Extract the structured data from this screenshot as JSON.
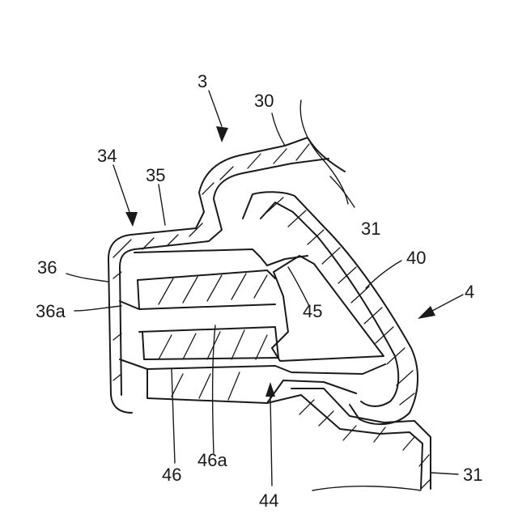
{
  "labels": {
    "l3": "3",
    "l30": "30",
    "l34": "34",
    "l35": "35",
    "l36": "36",
    "l36a": "36a",
    "l31_top": "31",
    "l40": "40",
    "l4": "4",
    "l45": "45",
    "l46": "46",
    "l46a": "46a",
    "l44": "44",
    "l31_bottom": "31"
  }
}
